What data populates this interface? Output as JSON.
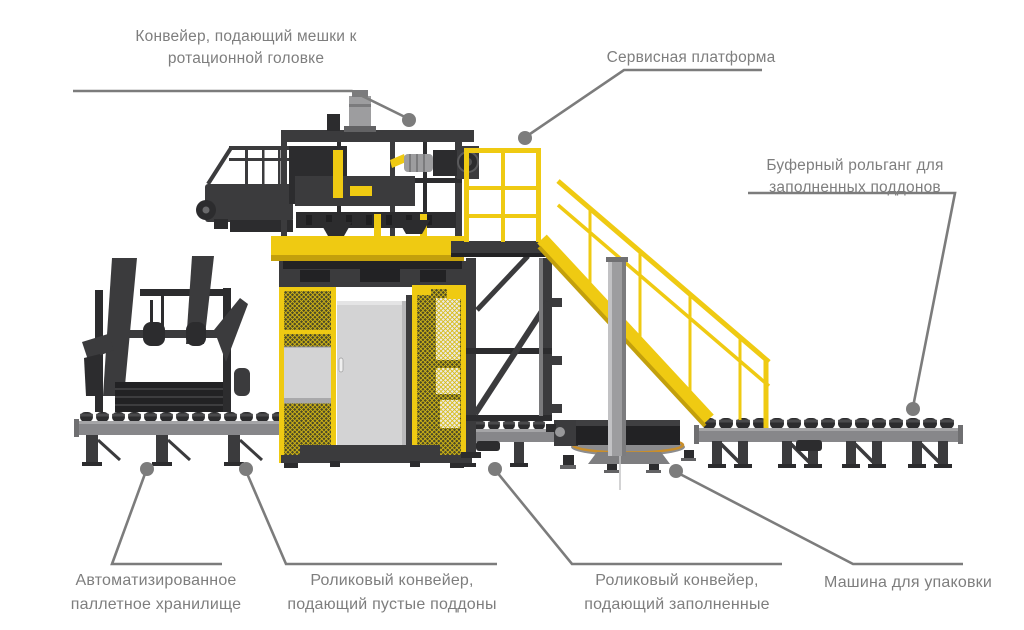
{
  "colors": {
    "bg": "#ffffff",
    "yellow": "#efca12",
    "yellow_dark": "#c3a00c",
    "dark": "#3b3b3d",
    "dark2": "#2c2c2e",
    "darkest": "#222224",
    "gray": "#98989a",
    "rail": "#87878a",
    "steel": "#9d9d9f",
    "light_gray": "#d3d3d4",
    "orange": "#c98e2a",
    "label": "#7e7e7e",
    "leader": "#7c7c7c"
  },
  "labels": [
    {
      "id": "bag-feed-conveyor",
      "lines": [
        "Конвейер, подающий мешки к",
        "ротационной головке"
      ]
    },
    {
      "id": "service-platform",
      "lines": [
        "Сервисная платформа"
      ]
    },
    {
      "id": "buffer-rollgang",
      "lines": [
        "Буферный рольганг для",
        "заполненных поддонов"
      ]
    },
    {
      "id": "pallet-storage",
      "lines": [
        "Автоматизированное",
        "паллетное хранилище"
      ]
    },
    {
      "id": "empty-pallet-conveyor",
      "lines": [
        "Роликовый конвейер,",
        "подающий пустые поддоны"
      ]
    },
    {
      "id": "filled-pallet-conveyor",
      "lines": [
        "Роликовый конвейер,",
        "подающий заполненные"
      ]
    },
    {
      "id": "wrapping-machine",
      "lines": [
        "Машина для упаковки"
      ]
    }
  ]
}
